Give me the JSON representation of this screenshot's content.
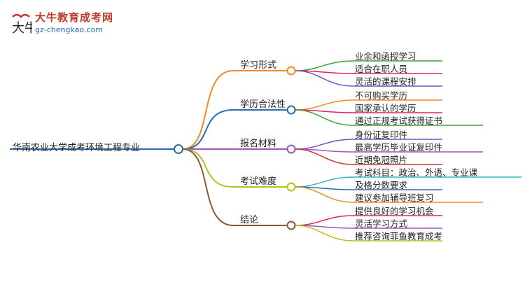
{
  "logo": {
    "title": "大牛教育成考网",
    "url": "gz-chengkao.com"
  },
  "root": {
    "label": "华南农业大学成考环境工程专业"
  },
  "branches": [
    {
      "label": "学习形式",
      "color": "#f08a24",
      "leaves": [
        {
          "label": "业余和函授学习",
          "color": "#3aa23a"
        },
        {
          "label": "适合在职人员",
          "color": "#e0245e"
        },
        {
          "label": "灵活的课程安排",
          "color": "#7b4fc9"
        }
      ]
    },
    {
      "label": "学历合法性",
      "color": "#2b6cb0",
      "leaves": [
        {
          "label": "不可购买学历",
          "color": "#f08a24"
        },
        {
          "label": "国家承认的学历",
          "color": "#e0245e"
        },
        {
          "label": "通过正规考试获得证书",
          "color": "#3aa23a"
        }
      ]
    },
    {
      "label": "报名材料",
      "color": "#9b59b6",
      "leaves": [
        {
          "label": "身份证复印件",
          "color": "#7b4fc9"
        },
        {
          "label": "最高学历毕业证复印件",
          "color": "#9b59b6"
        },
        {
          "label": "近期免冠照片",
          "color": "#c0392b"
        }
      ]
    },
    {
      "label": "考试难度",
      "color": "#b5c21a",
      "leaves": [
        {
          "label": "考试科目：政治、外语、专业课",
          "color": "#2fb8c0"
        },
        {
          "label": "及格分数要求",
          "color": "#2b6cb0"
        },
        {
          "label": "建议参加辅导班复习",
          "color": "#f08a24"
        }
      ]
    },
    {
      "label": "结论",
      "color": "#8b5a3c",
      "leaves": [
        {
          "label": "提供良好的学习机会",
          "color": "#e0245e"
        },
        {
          "label": "灵活学习方式",
          "color": "#9b59b6"
        },
        {
          "label": "推荐咨询菲鱼教育成考",
          "color": "#b5c21a"
        }
      ]
    }
  ]
}
